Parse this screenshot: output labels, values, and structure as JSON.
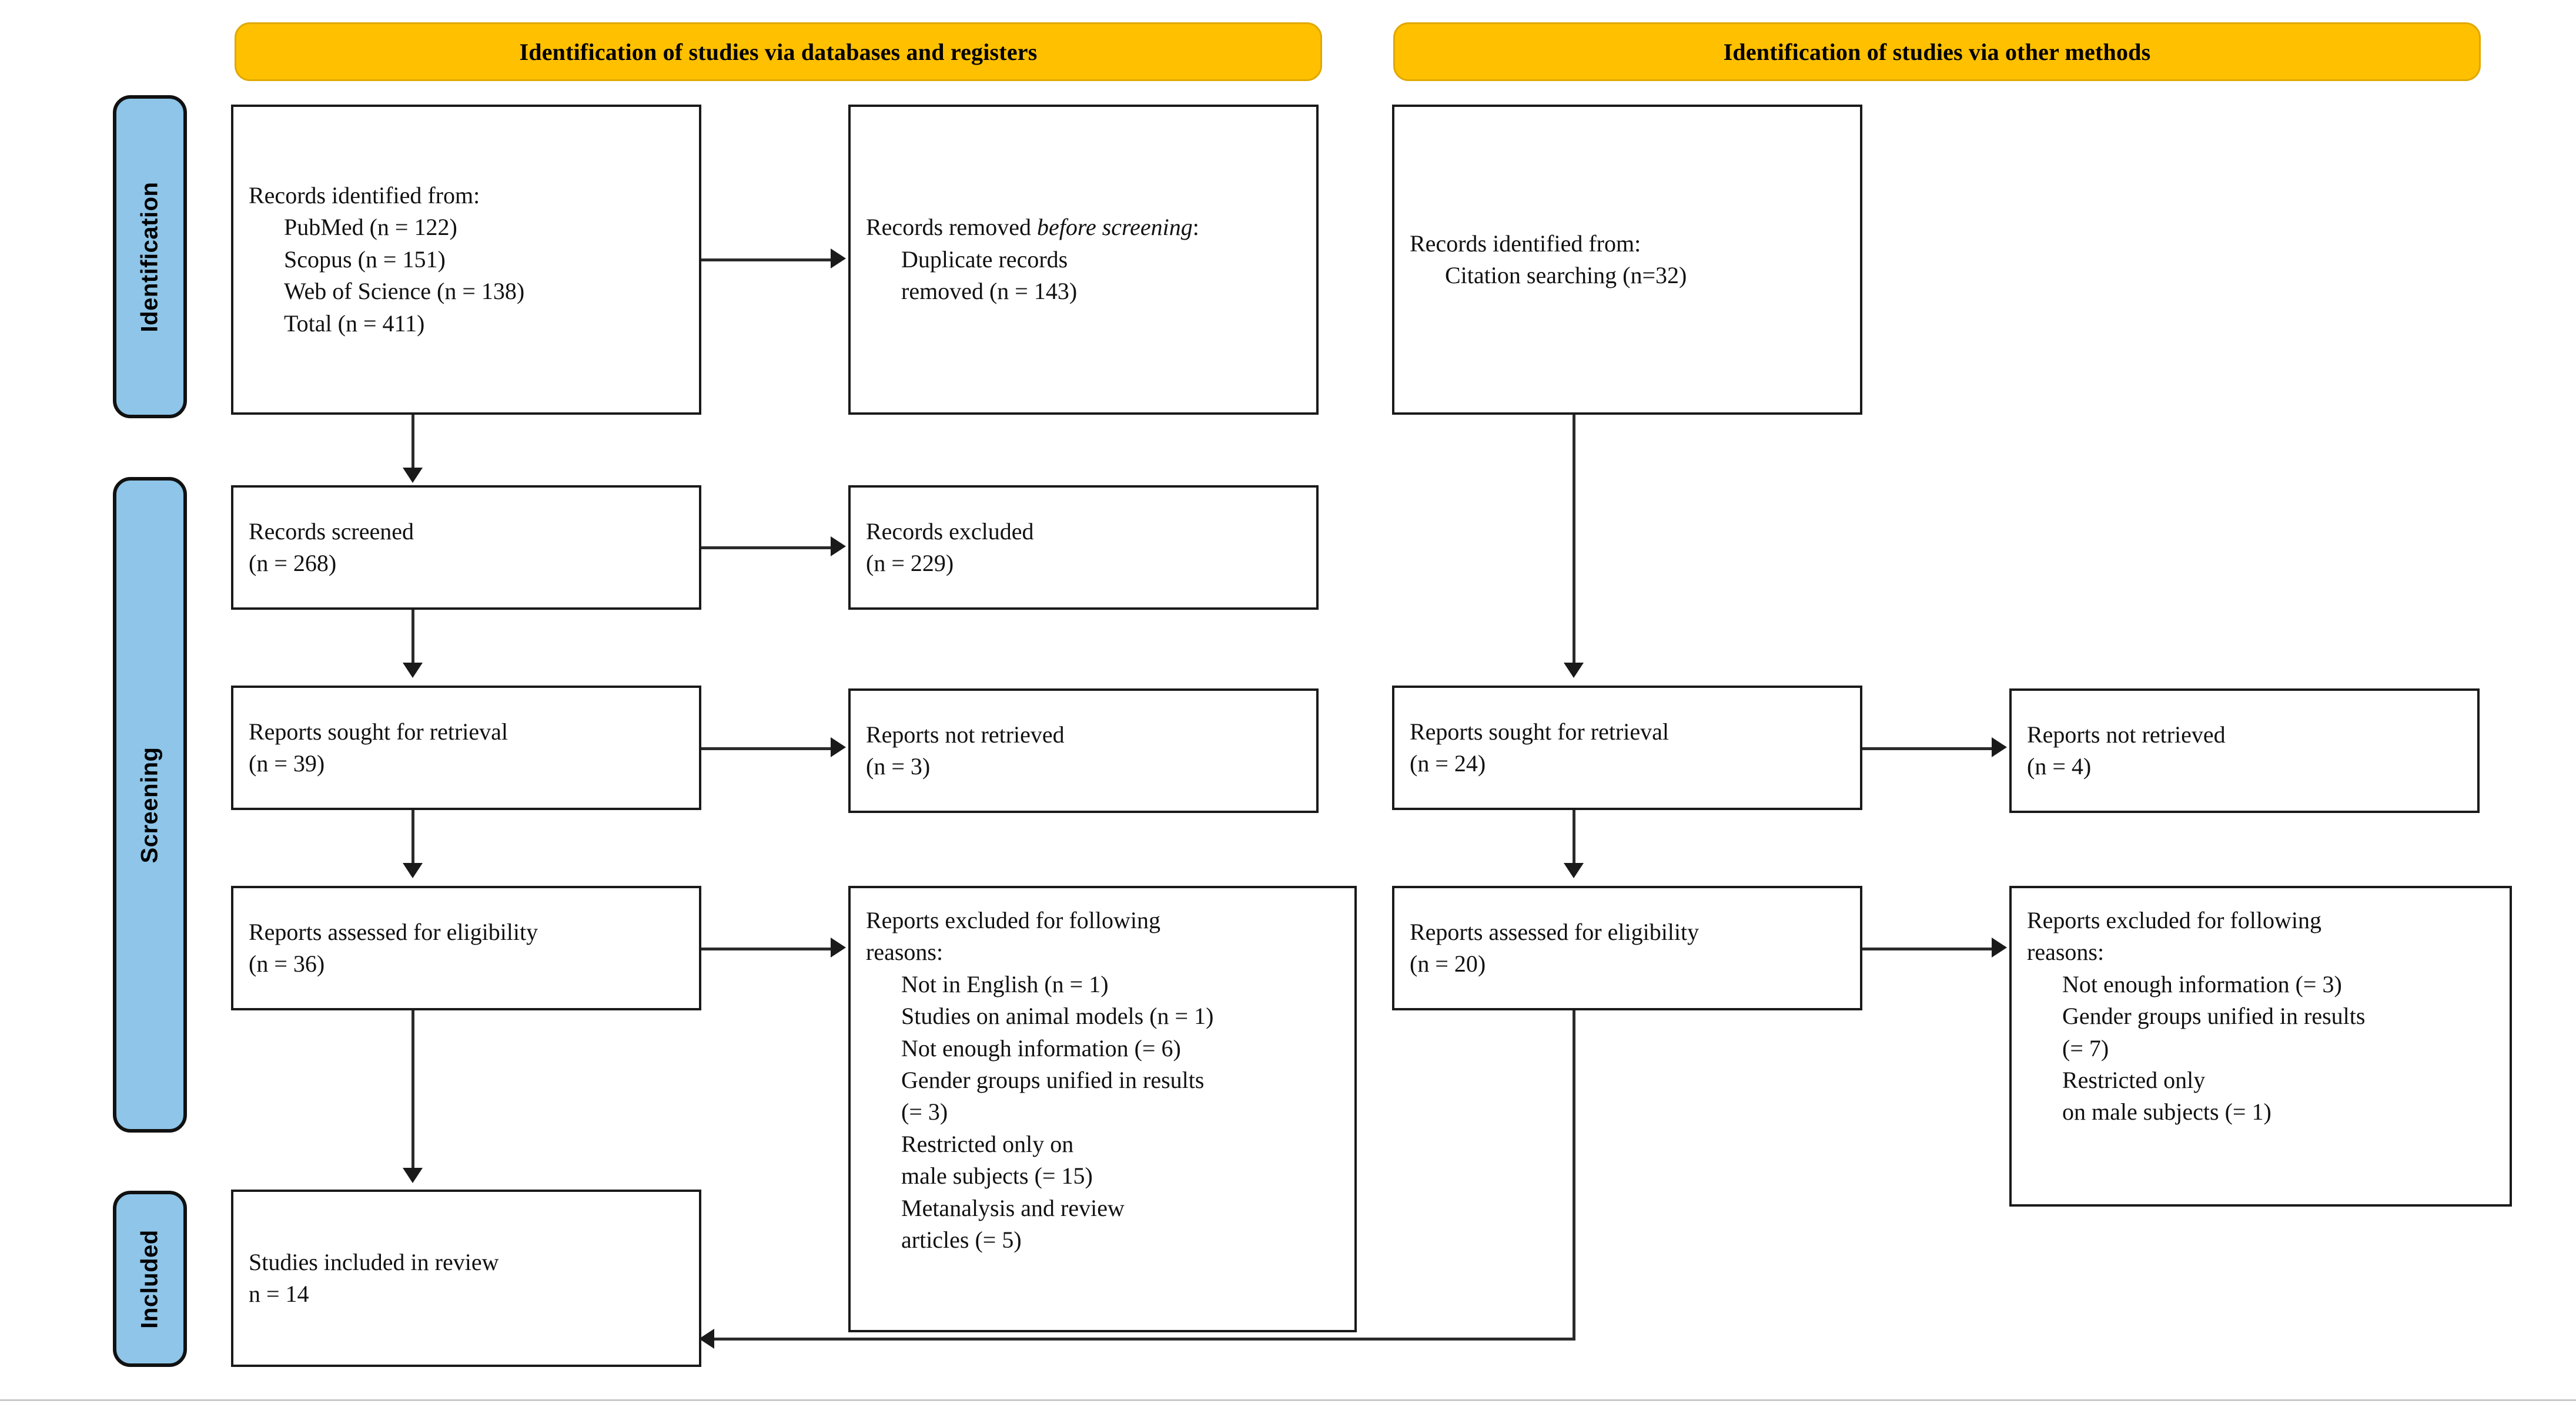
{
  "diagram": {
    "type": "prisma-flow-diagram",
    "title": "PRISMA 2020 flow diagram",
    "colors": {
      "banner_fill": "#FFC000",
      "banner_border": "#E0A800",
      "side_label_fill": "#8EC5E8",
      "box_border": "#1a1a1a",
      "connector": "#2b2b2b",
      "background": "#FFFFFF"
    }
  },
  "banners": [
    {
      "id": "databases",
      "label": "Identification of studies via databases and registers"
    },
    {
      "id": "other",
      "label": "Identification of studies via other methods"
    }
  ],
  "side_labels": [
    {
      "id": "identification",
      "label": "Identification"
    },
    {
      "id": "screening",
      "label": "Screening"
    },
    {
      "id": "included",
      "label": "Included"
    }
  ],
  "left_column": {
    "identified": {
      "title": "Records identified from:",
      "items": [
        "PubMed (n = 122)",
        "Scopus (n = 151)",
        "Web of Science (n = 138)",
        "Total (n = 411)"
      ]
    },
    "removed": {
      "title_prefix": "Records removed ",
      "title_italic": "before screening",
      "title_suffix": ":",
      "items": [
        "Duplicate records",
        "removed (n = 143)"
      ]
    },
    "screened": {
      "title": "Records screened",
      "count": "(n = 268)"
    },
    "excluded": {
      "title": "Records excluded",
      "count": "(n = 229)"
    },
    "sought": {
      "title": "Reports sought for retrieval",
      "count": "(n = 39)"
    },
    "not_retrieved": {
      "title": "Reports not retrieved",
      "count": "(n = 3)"
    },
    "assessed": {
      "title": "Reports assessed for eligibility",
      "count": "(n = 36)"
    },
    "excluded_reasons": {
      "title_line1": "Reports excluded for following",
      "title_line2": "reasons:",
      "items": [
        "Not in English (n = 1)",
        "Studies on animal models (n = 1)",
        "Not enough information (= 6)",
        "Gender groups unified in results",
        "(= 3)",
        "Restricted only on",
        "male subjects (= 15)",
        "Metanalysis and review",
        "articles (= 5)"
      ]
    },
    "included": {
      "title": "Studies included in review",
      "count": "n = 14"
    }
  },
  "right_column": {
    "identified": {
      "title": "Records identified from:",
      "items": [
        "Citation searching (n=32)"
      ]
    },
    "sought": {
      "title": "Reports sought for retrieval",
      "count": "(n = 24)"
    },
    "not_retrieved": {
      "title": "Reports not retrieved",
      "count": "(n = 4)"
    },
    "assessed": {
      "title": "Reports assessed for eligibility",
      "count": "(n = 20)"
    },
    "excluded_reasons": {
      "title_line1": "Reports excluded for following",
      "title_line2": "reasons:",
      "items": [
        "Not enough information (= 3)",
        "Gender groups unified in results",
        "(= 7)",
        "Restricted only",
        "on male subjects (= 1)"
      ]
    }
  }
}
